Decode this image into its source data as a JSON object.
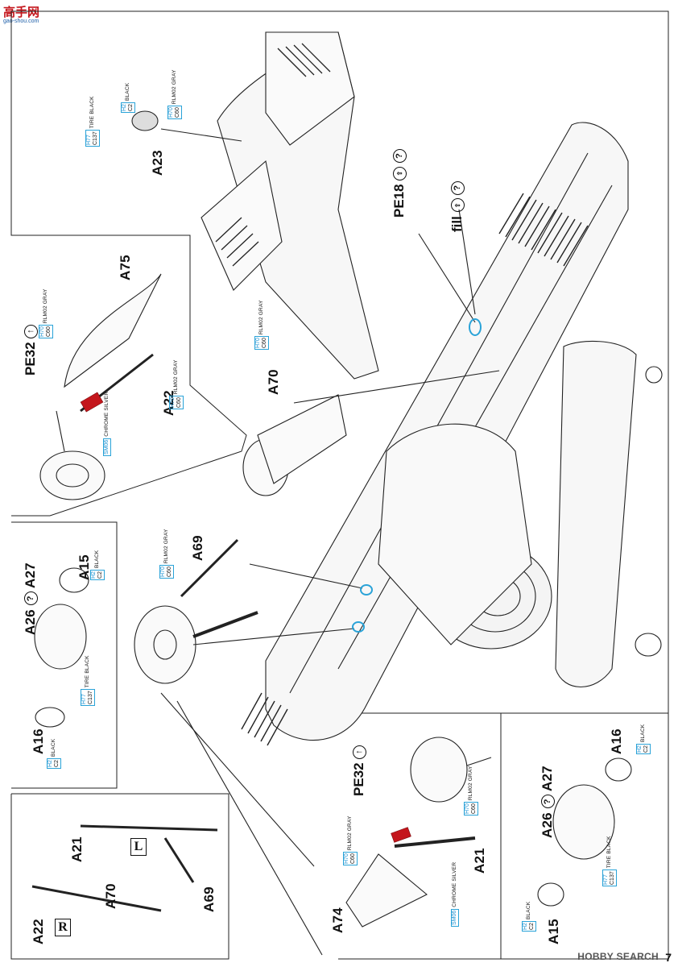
{
  "header": {
    "site_logo_text": "高手网",
    "site_logo_sub": "gao-shou.com"
  },
  "watermark": "HOBBY SEARCH",
  "page_number": "7",
  "labels": {
    "A23": "A23",
    "A75": "A75",
    "A22": "A22",
    "A70": "A70",
    "A69": "A69",
    "A15": "A15",
    "A16": "A16",
    "A21": "A21",
    "A74": "A74",
    "A26": "A26",
    "A27": "A27",
    "PE18": "PE18",
    "PE32": "PE32",
    "fill": "fill",
    "L": "L",
    "R": "R",
    "question": "?",
    "arrow": "↑"
  },
  "colors": {
    "h2": {
      "code1": "H2",
      "code2": "C2",
      "name": "BLACK"
    },
    "h70": {
      "code1": "H70",
      "code2": "C60",
      "name": "RLM02 GRAY"
    },
    "h77": {
      "code1": "H77",
      "code2": "C137",
      "name": "TIRE BLACK"
    },
    "sm06": {
      "code1": "SM06",
      "name": "CHROME SILVER"
    }
  },
  "accent_colors": {
    "callout": "#2aa3d8",
    "red_part": "#c4161c"
  },
  "icons": [
    "question-mark-circle-icon",
    "arrow-up-circle-icon",
    "flip-arrow-icon"
  ]
}
